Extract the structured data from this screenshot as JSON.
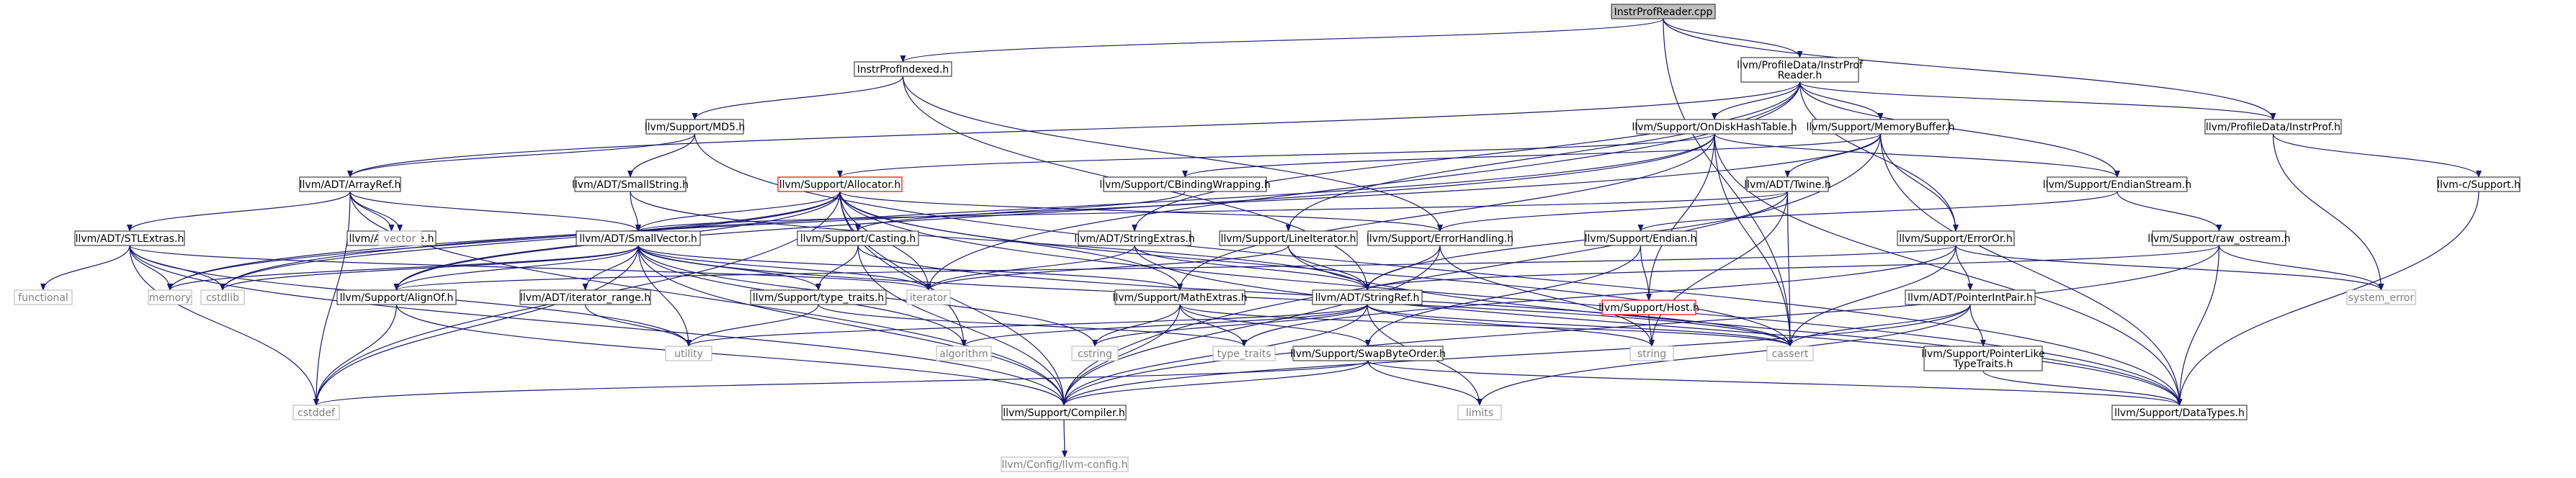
{
  "colors": {
    "edge": "#191970",
    "node_border": "#404040",
    "node_fill": "#ffffff",
    "root_fill": "#bfbfbf",
    "red_border": "#ff0000",
    "missing_text": "#7f7f7f",
    "missing_border": "#bfbfbf"
  },
  "nodes": [
    {
      "id": "root",
      "lines": [
        "InstrProfReader.cpp"
      ],
      "style": "root"
    },
    {
      "id": "instrprofindexed",
      "lines": [
        "InstrProfIndexed.h"
      ],
      "style": "normal"
    },
    {
      "id": "instrprofreader",
      "lines": [
        "llvm/ProfileData/InstrProf",
        "Reader.h"
      ],
      "style": "normal"
    },
    {
      "id": "md5",
      "lines": [
        "llvm/Support/MD5.h"
      ],
      "style": "normal"
    },
    {
      "id": "ondisk",
      "lines": [
        "llvm/Support/OnDiskHashTable.h"
      ],
      "style": "normal"
    },
    {
      "id": "memorybuffer",
      "lines": [
        "llvm/Support/MemoryBuffer.h"
      ],
      "style": "normal"
    },
    {
      "id": "instrprof",
      "lines": [
        "llvm/ProfileData/InstrProf.h"
      ],
      "style": "normal"
    },
    {
      "id": "arrayref",
      "lines": [
        "llvm/ADT/ArrayRef.h"
      ],
      "style": "normal"
    },
    {
      "id": "smallstring",
      "lines": [
        "llvm/ADT/SmallString.h"
      ],
      "style": "normal"
    },
    {
      "id": "allocator",
      "lines": [
        "llvm/Support/Allocator.h"
      ],
      "style": "red"
    },
    {
      "id": "cbinding",
      "lines": [
        "llvm/Support/CBindingWrapping.h"
      ],
      "style": "normal"
    },
    {
      "id": "twine",
      "lines": [
        "llvm/ADT/Twine.h"
      ],
      "style": "normal"
    },
    {
      "id": "endianstream",
      "lines": [
        "llvm/Support/EndianStream.h"
      ],
      "style": "normal"
    },
    {
      "id": "csupport",
      "lines": [
        "llvm-c/Support.h"
      ],
      "style": "normal"
    },
    {
      "id": "stlextras",
      "lines": [
        "llvm/ADT/STLExtras.h"
      ],
      "style": "normal"
    },
    {
      "id": "none",
      "lines": [
        "llvm/ADT/None.h"
      ],
      "style": "normal"
    },
    {
      "id": "vector",
      "lines": [
        "vector"
      ],
      "style": "missing"
    },
    {
      "id": "smallvector",
      "lines": [
        "llvm/ADT/SmallVector.h"
      ],
      "style": "normal"
    },
    {
      "id": "casting",
      "lines": [
        "llvm/Support/Casting.h"
      ],
      "style": "normal"
    },
    {
      "id": "stringextras",
      "lines": [
        "llvm/ADT/StringExtras.h"
      ],
      "style": "normal"
    },
    {
      "id": "lineiterator",
      "lines": [
        "llvm/Support/LineIterator.h"
      ],
      "style": "normal"
    },
    {
      "id": "errorhandling",
      "lines": [
        "llvm/Support/ErrorHandling.h"
      ],
      "style": "normal"
    },
    {
      "id": "endian",
      "lines": [
        "llvm/Support/Endian.h"
      ],
      "style": "normal"
    },
    {
      "id": "erroror",
      "lines": [
        "llvm/Support/ErrorOr.h"
      ],
      "style": "normal"
    },
    {
      "id": "rawostream",
      "lines": [
        "llvm/Support/raw_ostream.h"
      ],
      "style": "normal"
    },
    {
      "id": "functional",
      "lines": [
        "functional"
      ],
      "style": "missing"
    },
    {
      "id": "memory",
      "lines": [
        "memory"
      ],
      "style": "missing"
    },
    {
      "id": "cstdlib",
      "lines": [
        "cstdlib"
      ],
      "style": "missing"
    },
    {
      "id": "alignof",
      "lines": [
        "llvm/Support/AlignOf.h"
      ],
      "style": "normal"
    },
    {
      "id": "iteratorrange",
      "lines": [
        "llvm/ADT/iterator_range.h"
      ],
      "style": "normal"
    },
    {
      "id": "typetraits",
      "lines": [
        "llvm/Support/type_traits.h"
      ],
      "style": "normal"
    },
    {
      "id": "iterator",
      "lines": [
        "iterator"
      ],
      "style": "missing"
    },
    {
      "id": "mathextras",
      "lines": [
        "llvm/Support/MathExtras.h"
      ],
      "style": "normal"
    },
    {
      "id": "stringref",
      "lines": [
        "llvm/ADT/StringRef.h"
      ],
      "style": "normal"
    },
    {
      "id": "host",
      "lines": [
        "llvm/Support/Host.h"
      ],
      "style": "red"
    },
    {
      "id": "pointerintpair",
      "lines": [
        "llvm/ADT/PointerIntPair.h"
      ],
      "style": "normal"
    },
    {
      "id": "systemerror",
      "lines": [
        "system_error"
      ],
      "style": "missing"
    },
    {
      "id": "utility",
      "lines": [
        "utility"
      ],
      "style": "missing"
    },
    {
      "id": "algorithm",
      "lines": [
        "algorithm"
      ],
      "style": "missing"
    },
    {
      "id": "cstring",
      "lines": [
        "cstring"
      ],
      "style": "missing"
    },
    {
      "id": "typetraitsstd",
      "lines": [
        "type_traits"
      ],
      "style": "missing"
    },
    {
      "id": "swapbyteorder",
      "lines": [
        "llvm/Support/SwapByteOrder.h"
      ],
      "style": "normal"
    },
    {
      "id": "string",
      "lines": [
        "string"
      ],
      "style": "missing"
    },
    {
      "id": "cassert",
      "lines": [
        "cassert"
      ],
      "style": "missing"
    },
    {
      "id": "pointerliketypetraits",
      "lines": [
        "llvm/Support/PointerLike",
        "TypeTraits.h"
      ],
      "style": "normal"
    },
    {
      "id": "cstddef",
      "lines": [
        "cstddef"
      ],
      "style": "missing"
    },
    {
      "id": "compiler",
      "lines": [
        "llvm/Support/Compiler.h"
      ],
      "style": "normal"
    },
    {
      "id": "limits",
      "lines": [
        "limits"
      ],
      "style": "missing"
    },
    {
      "id": "datatypes",
      "lines": [
        "llvm/Support/DataTypes.h"
      ],
      "style": "normal"
    },
    {
      "id": "llvmconfig",
      "lines": [
        "llvm/Config/llvm-config.h"
      ],
      "style": "missing"
    }
  ],
  "edges": [
    [
      "root",
      "instrprofindexed"
    ],
    [
      "root",
      "instrprofreader"
    ],
    [
      "root",
      "instrprof"
    ],
    [
      "root",
      "cassert"
    ],
    [
      "instrprofindexed",
      "md5"
    ],
    [
      "instrprofindexed",
      "errorhandling"
    ],
    [
      "instrprofindexed",
      "stringref"
    ],
    [
      "instrprofreader",
      "arrayref"
    ],
    [
      "instrprofreader",
      "stringextras"
    ],
    [
      "instrprofreader",
      "instrprof"
    ],
    [
      "instrprofreader",
      "ondisk"
    ],
    [
      "instrprofreader",
      "memorybuffer"
    ],
    [
      "instrprofreader",
      "lineiterator"
    ],
    [
      "instrprofreader",
      "endianstream"
    ],
    [
      "instrprofreader",
      "erroror"
    ],
    [
      "instrprofreader",
      "iterator"
    ],
    [
      "md5",
      "arrayref"
    ],
    [
      "md5",
      "smallstring"
    ],
    [
      "md5",
      "datatypes"
    ],
    [
      "ondisk",
      "allocator"
    ],
    [
      "ondisk",
      "alignof"
    ],
    [
      "ondisk",
      "datatypes"
    ],
    [
      "ondisk",
      "endianstream"
    ],
    [
      "ondisk",
      "host"
    ],
    [
      "ondisk",
      "mathextras"
    ],
    [
      "ondisk",
      "cassert"
    ],
    [
      "ondisk",
      "cstdlib"
    ],
    [
      "memorybuffer",
      "twine"
    ],
    [
      "memorybuffer",
      "cbinding"
    ],
    [
      "memorybuffer",
      "compiler"
    ],
    [
      "memorybuffer",
      "datatypes"
    ],
    [
      "memorybuffer",
      "erroror"
    ],
    [
      "memorybuffer",
      "memory"
    ],
    [
      "instrprof",
      "systemerror"
    ],
    [
      "instrprof",
      "csupport"
    ],
    [
      "arrayref",
      "none"
    ],
    [
      "arrayref",
      "smallvector"
    ],
    [
      "arrayref",
      "stlextras"
    ],
    [
      "arrayref",
      "vector"
    ],
    [
      "arrayref",
      "compiler"
    ],
    [
      "arrayref",
      "cstddef"
    ],
    [
      "smallstring",
      "smallvector"
    ],
    [
      "smallstring",
      "stringref"
    ],
    [
      "allocator",
      "smallvector"
    ],
    [
      "allocator",
      "alignof"
    ],
    [
      "allocator",
      "datatypes"
    ],
    [
      "allocator",
      "errorhandling"
    ],
    [
      "allocator",
      "mathextras"
    ],
    [
      "allocator",
      "compiler"
    ],
    [
      "allocator",
      "algorithm"
    ],
    [
      "allocator",
      "cassert"
    ],
    [
      "allocator",
      "cstddef"
    ],
    [
      "allocator",
      "cstdlib"
    ],
    [
      "allocator",
      "iterator"
    ],
    [
      "allocator",
      "memory"
    ],
    [
      "cbinding",
      "casting"
    ],
    [
      "twine",
      "errorhandling"
    ],
    [
      "twine",
      "stringref"
    ],
    [
      "twine",
      "smallvector"
    ],
    [
      "twine",
      "cassert"
    ],
    [
      "twine",
      "string"
    ],
    [
      "endianstream",
      "endian"
    ],
    [
      "endianstream",
      "rawostream"
    ],
    [
      "csupport",
      "datatypes"
    ],
    [
      "stlextras",
      "compiler"
    ],
    [
      "stlextras",
      "cstddef"
    ],
    [
      "stlextras",
      "cstdlib"
    ],
    [
      "stlextras",
      "functional"
    ],
    [
      "stlextras",
      "iterator"
    ],
    [
      "stlextras",
      "memory"
    ],
    [
      "stlextras",
      "utility"
    ],
    [
      "smallvector",
      "alignof"
    ],
    [
      "smallvector",
      "iteratorrange"
    ],
    [
      "smallvector",
      "typetraits"
    ],
    [
      "smallvector",
      "mathextras"
    ],
    [
      "smallvector",
      "compiler"
    ],
    [
      "smallvector",
      "algorithm"
    ],
    [
      "smallvector",
      "cassert"
    ],
    [
      "smallvector",
      "cstddef"
    ],
    [
      "smallvector",
      "cstdlib"
    ],
    [
      "smallvector",
      "cstring"
    ],
    [
      "smallvector",
      "iterator"
    ],
    [
      "smallvector",
      "memory"
    ],
    [
      "smallvector",
      "utility"
    ],
    [
      "casting",
      "typetraits"
    ],
    [
      "casting",
      "compiler"
    ],
    [
      "casting",
      "cassert"
    ],
    [
      "stringextras",
      "stringref"
    ],
    [
      "stringextras",
      "iterator"
    ],
    [
      "stringextras",
      "datatypes"
    ],
    [
      "lineiterator",
      "stringref"
    ],
    [
      "lineiterator",
      "datatypes"
    ],
    [
      "lineiterator",
      "iterator"
    ],
    [
      "errorhandling",
      "stringref"
    ],
    [
      "errorhandling",
      "compiler"
    ],
    [
      "errorhandling",
      "string"
    ],
    [
      "endian",
      "host"
    ],
    [
      "endian",
      "swapbyteorder"
    ],
    [
      "erroror",
      "alignof"
    ],
    [
      "erroror",
      "systemerror"
    ],
    [
      "erroror",
      "cassert"
    ],
    [
      "erroror",
      "pointerintpair"
    ],
    [
      "erroror",
      "typetraitsstd"
    ],
    [
      "rawostream",
      "stringref"
    ],
    [
      "rawostream",
      "compiler"
    ],
    [
      "rawostream",
      "datatypes"
    ],
    [
      "rawostream",
      "systemerror"
    ],
    [
      "alignof",
      "compiler"
    ],
    [
      "alignof",
      "cstddef"
    ],
    [
      "iteratorrange",
      "utility"
    ],
    [
      "typetraits",
      "utility"
    ],
    [
      "typetraits",
      "typetraitsstd"
    ],
    [
      "mathextras",
      "compiler"
    ],
    [
      "mathextras",
      "swapbyteorder"
    ],
    [
      "mathextras",
      "cstring"
    ],
    [
      "mathextras",
      "typetraitsstd"
    ],
    [
      "mathextras",
      "cassert"
    ],
    [
      "stringref",
      "compiler"
    ],
    [
      "stringref",
      "algorithm"
    ],
    [
      "stringref",
      "cassert"
    ],
    [
      "stringref",
      "cstring"
    ],
    [
      "stringref",
      "limits"
    ],
    [
      "stringref",
      "string"
    ],
    [
      "stringref",
      "utility"
    ],
    [
      "host",
      "string"
    ],
    [
      "pointerintpair",
      "compiler"
    ],
    [
      "pointerintpair",
      "pointerliketypetraits"
    ],
    [
      "pointerintpair",
      "cassert"
    ],
    [
      "pointerintpair",
      "limits"
    ],
    [
      "swapbyteorder",
      "compiler"
    ],
    [
      "swapbyteorder",
      "datatypes"
    ],
    [
      "swapbyteorder",
      "cstddef"
    ],
    [
      "swapbyteorder",
      "limits"
    ],
    [
      "pointerliketypetraits",
      "datatypes"
    ],
    [
      "compiler",
      "llvmconfig"
    ]
  ]
}
